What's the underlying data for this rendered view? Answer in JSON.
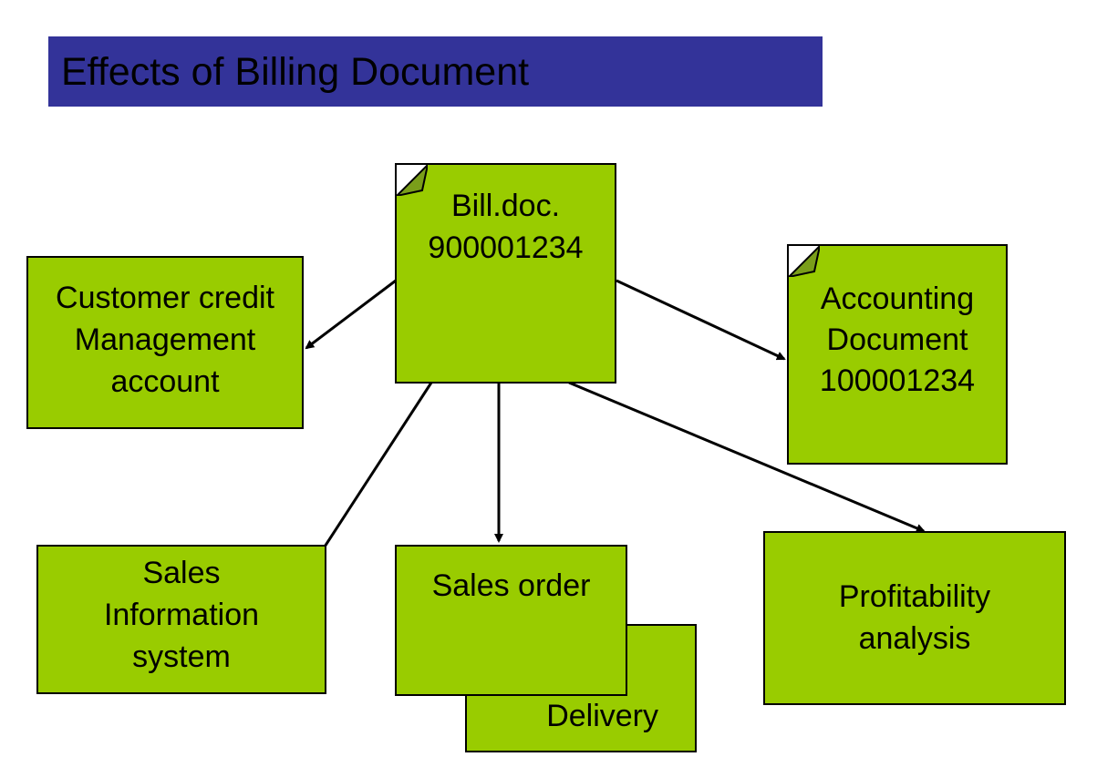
{
  "title": "Effects of Billing Document",
  "colors": {
    "title_bar": "#333399",
    "box_fill": "#99CC00",
    "fold_fill": "#7A9E1A",
    "border": "#000000",
    "arrow": "#000000"
  },
  "nodes": {
    "billing_doc": {
      "line1": "Bill.doc.",
      "line2": "900001234"
    },
    "credit": {
      "line1": "Customer credit",
      "line2": "Management",
      "line3": "account"
    },
    "accounting": {
      "line1": "Accounting",
      "line2": "Document",
      "line3": "100001234"
    },
    "sis": {
      "line1": "Sales",
      "line2": "Information",
      "line3": "system"
    },
    "sales_order": {
      "label": "Sales order"
    },
    "delivery": {
      "label": "Delivery"
    },
    "profitability": {
      "line1": "Profitability",
      "line2": "analysis"
    }
  }
}
